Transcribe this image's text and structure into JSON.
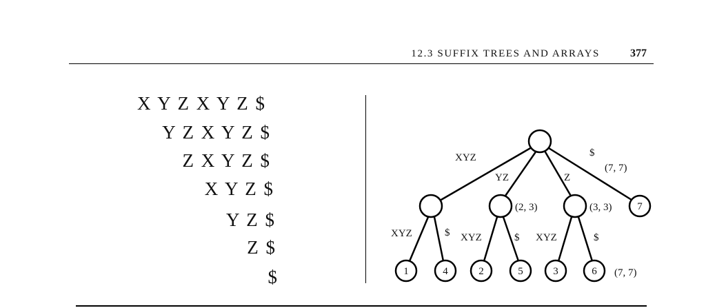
{
  "header": {
    "section": "12.3  SUFFIX TREES AND ARRAYS",
    "page_number": "377"
  },
  "suffixes": [
    "X Y Z X Y Z $",
    "Y Z X Y Z $",
    "Z X Y Z $",
    "X Y Z $",
    "Y Z $",
    "Z $",
    "$"
  ],
  "tree": {
    "edge_labels": {
      "root_left": "XYZ",
      "root_mid1": "YZ",
      "root_mid2": "Z",
      "root_right": "$",
      "n1_left": "XYZ",
      "n1_right": "$",
      "n2_left": "XYZ",
      "n2_right": "$",
      "n3_left": "XYZ",
      "n3_right": "$"
    },
    "annotations": {
      "root_right": "(7, 7)",
      "node2": "(2, 3)",
      "node3": "(3, 3)",
      "leaf6": "(7, 7)"
    },
    "leaves": {
      "l1": "1",
      "l4": "4",
      "l2": "2",
      "l5": "5",
      "l3": "3",
      "l6": "6",
      "l7": "7"
    }
  }
}
